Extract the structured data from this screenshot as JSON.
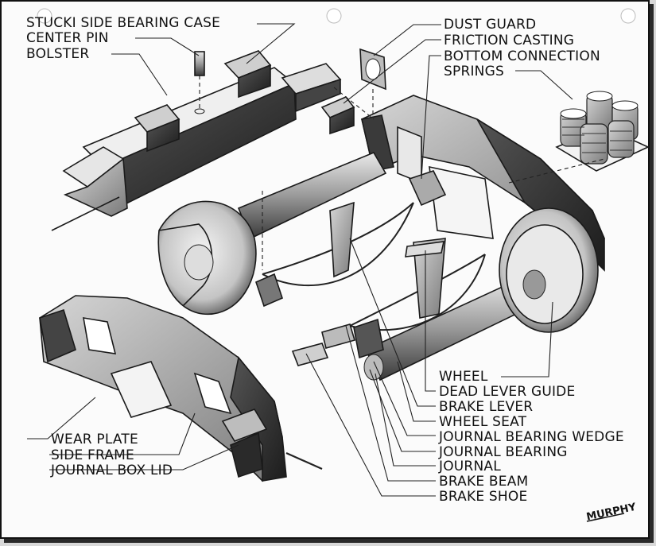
{
  "labels": {
    "stucki_side_bearing_case": "STUCKI SIDE BEARING CASE",
    "center_pin": "CENTER PIN",
    "bolster": "BOLSTER",
    "dust_guard": "DUST GUARD",
    "friction_casting": "FRICTION CASTING",
    "bottom_connection": "BOTTOM CONNECTION",
    "springs": "SPRINGS",
    "wheel": "WHEEL",
    "dead_lever_guide": "DEAD LEVER GUIDE",
    "brake_lever": "BRAKE LEVER",
    "wheel_seat": "WHEEL SEAT",
    "journal_bearing_wedge": "JOURNAL BEARING WEDGE",
    "journal_bearing": "JOURNAL BEARING",
    "journal": "JOURNAL",
    "brake_beam": "BRAKE BEAM",
    "brake_shoe": "BRAKE SHOE",
    "wear_plate": "WEAR PLATE",
    "side_frame": "SIDE FRAME",
    "journal_box_lid": "JOURNAL BOX LID"
  },
  "signature": "MURPHY",
  "colors": {
    "paper": "#fbfbfb",
    "ink": "#111111",
    "shade_dark": "#2b2b2b",
    "shade_mid": "#8a8a8a",
    "shade_light": "#cfcfcf"
  }
}
